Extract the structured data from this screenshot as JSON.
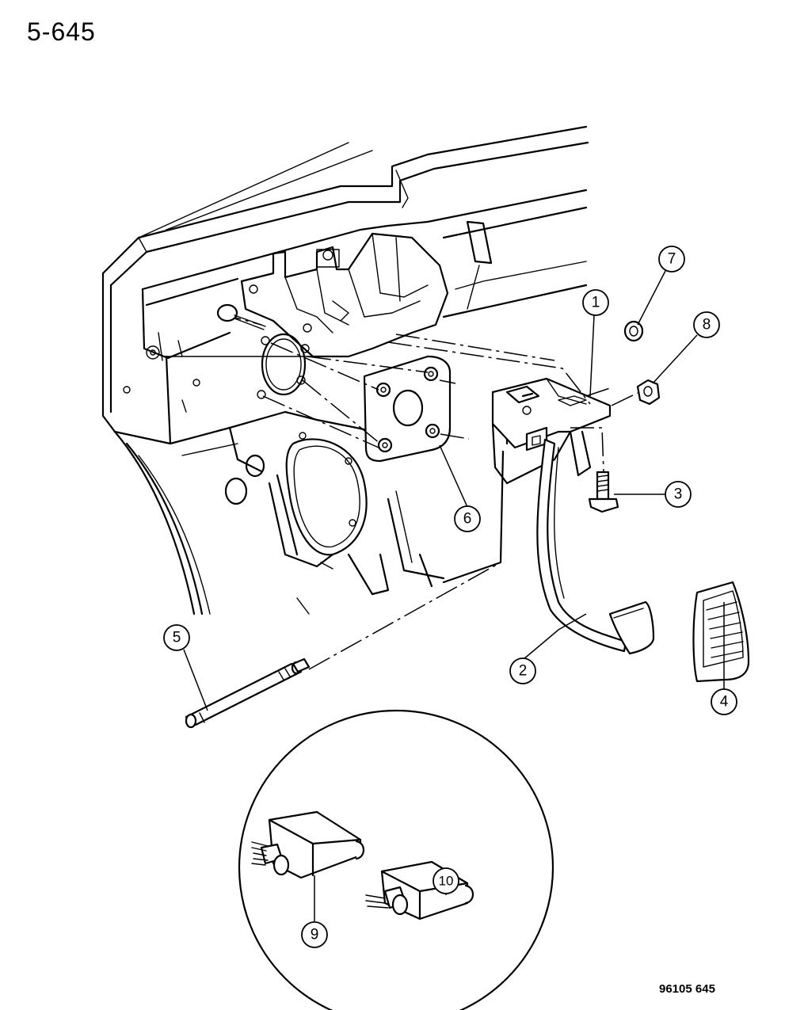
{
  "page_number": "5-645",
  "figure_code": "96105  645",
  "callouts": [
    {
      "id": "1",
      "label": "1"
    },
    {
      "id": "2",
      "label": "2"
    },
    {
      "id": "3",
      "label": "3"
    },
    {
      "id": "4",
      "label": "4"
    },
    {
      "id": "5",
      "label": "5"
    },
    {
      "id": "6",
      "label": "6"
    },
    {
      "id": "7",
      "label": "7"
    },
    {
      "id": "8",
      "label": "8"
    },
    {
      "id": "9",
      "label": "9"
    },
    {
      "id": "10",
      "label": "10"
    }
  ]
}
